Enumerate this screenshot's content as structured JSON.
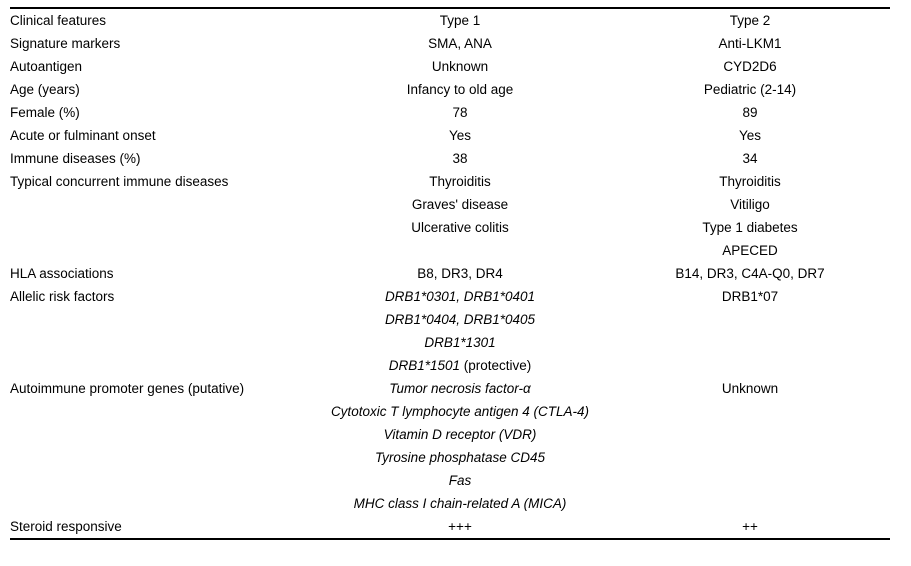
{
  "table": {
    "columns": [
      "Clinical features",
      "Type 1",
      "Type 2"
    ],
    "rows": [
      {
        "feature": "Clinical features",
        "type1": "Type 1",
        "type2": "Type 2",
        "italic": false
      },
      {
        "feature": "Signature markers",
        "type1": "SMA, ANA",
        "type2": "Anti-LKM1",
        "italic": false
      },
      {
        "feature": "Autoantigen",
        "type1": "Unknown",
        "type2": "CYD2D6",
        "italic": false
      },
      {
        "feature": "Age (years)",
        "type1": "Infancy to old age",
        "type2": "Pediatric (2-14)",
        "italic": false
      },
      {
        "feature": "Female (%)",
        "type1": "78",
        "type2": "89",
        "italic": false
      },
      {
        "feature": "Acute or fulminant onset",
        "type1": "Yes",
        "type2": "Yes",
        "italic": false
      },
      {
        "feature": "Immune diseases (%)",
        "type1": "38",
        "type2": "34",
        "italic": false
      },
      {
        "feature": "Typical concurrent immune diseases",
        "type1": "Thyroiditis",
        "type2": "Thyroiditis",
        "italic": false
      },
      {
        "feature": "",
        "type1": "Graves' disease",
        "type2": "Vitiligo",
        "italic": false
      },
      {
        "feature": "",
        "type1": "Ulcerative colitis",
        "type2": "Type 1 diabetes",
        "italic": false
      },
      {
        "feature": "",
        "type1": "",
        "type2": "APECED",
        "italic": false
      },
      {
        "feature": "HLA associations",
        "type1": "B8, DR3, DR4",
        "type2": "B14, DR3, C4A-Q0, DR7",
        "italic": false
      },
      {
        "feature": "Allelic risk factors",
        "type1": "DRB1*0301, DRB1*0401",
        "type2": "DRB1*07",
        "italic": true,
        "type2_italic": false
      },
      {
        "feature": "",
        "type1": "DRB1*0404, DRB1*0405",
        "type2": "",
        "italic": true
      },
      {
        "feature": "",
        "type1": "DRB1*1301",
        "type2": "",
        "italic": true
      },
      {
        "feature": "",
        "type1": "DRB1*1501",
        "type1_suffix": " (protective)",
        "type2": "",
        "italic": true
      },
      {
        "feature": "Autoimmune promoter genes (putative)",
        "type1": "Tumor necrosis factor-α",
        "type2": "Unknown",
        "italic": true,
        "type2_italic": false
      },
      {
        "feature": "",
        "type1": "Cytotoxic T lymphocyte antigen 4 (CTLA-4)",
        "type2": "",
        "italic": true
      },
      {
        "feature": "",
        "type1": "Vitamin D receptor (VDR)",
        "type2": "",
        "italic": true
      },
      {
        "feature": "",
        "type1": "Tyrosine phosphatase CD45",
        "type2": "",
        "italic": true
      },
      {
        "feature": "",
        "type1": "Fas",
        "type2": "",
        "italic": true
      },
      {
        "feature": "",
        "type1": "MHC class I chain-related A (MICA)",
        "type2": "",
        "italic": true
      },
      {
        "feature": "Steroid responsive",
        "type1": "+++",
        "type2": "++",
        "italic": false
      }
    ]
  },
  "style": {
    "text_color": "#000000",
    "rule_color": "#000000",
    "background": "#ffffff"
  }
}
